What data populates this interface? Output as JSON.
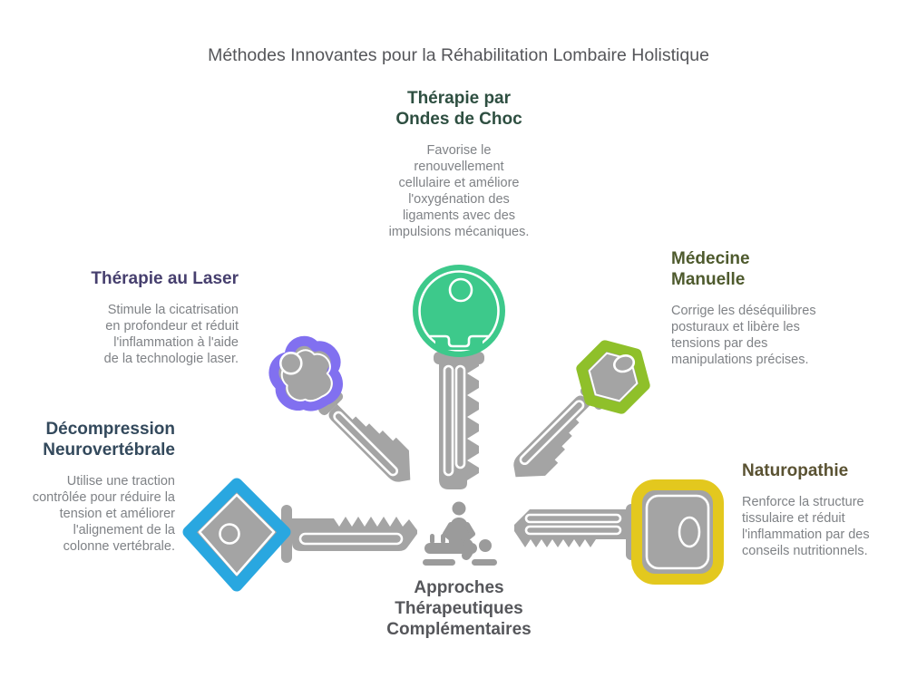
{
  "palette": {
    "background": "#ffffff",
    "key_gray": "#a4a4a4",
    "icon_gray": "#9b9b9b",
    "body_text": "#7f8286",
    "heading_neutral": "#55565a"
  },
  "main_title": {
    "text": "Méthodes Innovantes pour la Réhabilitation Lombaire Holistique",
    "color": "#55565a"
  },
  "center": {
    "label": "Approches\nThérapeutiques\nComplémentaires",
    "color": "#55565a",
    "icon": "massage-therapy-icon"
  },
  "sections": [
    {
      "id": "ondes-de-choc",
      "position": "top",
      "title": "Thérapie par\nOndes de Choc",
      "title_color": "#2e4f41",
      "key_color": "#3dc98b",
      "key_shape": "round-head-key",
      "description": "Favorise le\nrenouvellement\ncellulaire et améliore\nl'oxygénation des\nligaments avec des\nimpulsions mécaniques."
    },
    {
      "id": "laser",
      "position": "upper-left",
      "title": "Thérapie au Laser",
      "title_color": "#463f6e",
      "key_color": "#8170f0",
      "key_shape": "clover-head-key",
      "description": "Stimule la cicatrisation\nen profondeur et réduit\nl'inflammation à l'aide\nde la technologie laser."
    },
    {
      "id": "medecine-manuelle",
      "position": "upper-right",
      "title": "Médecine\nManuelle",
      "title_color": "#4e5a2d",
      "key_color": "#8fc02a",
      "key_shape": "hexagon-head-key",
      "description": "Corrige les déséquilibres\nposturaux et libère les\ntensions par des\nmanipulations précises."
    },
    {
      "id": "decompression-neurovertebrale",
      "position": "lower-left",
      "title": "Décompression\nNeurovertébrale",
      "title_color": "#33495c",
      "key_color": "#29a7e0",
      "key_shape": "diamond-head-key",
      "description": "Utilise une traction\ncontrôlée pour réduire la\ntension et améliorer\nl'alignement de la\ncolonne vertébrale."
    },
    {
      "id": "naturopathie",
      "position": "lower-right",
      "title": "Naturopathie",
      "title_color": "#5a5232",
      "key_color": "#e3c81e",
      "key_shape": "square-head-key",
      "description": "Renforce la structure\ntissulaire et réduit\nl'inflammation par des\nconseils nutritionnels."
    }
  ]
}
